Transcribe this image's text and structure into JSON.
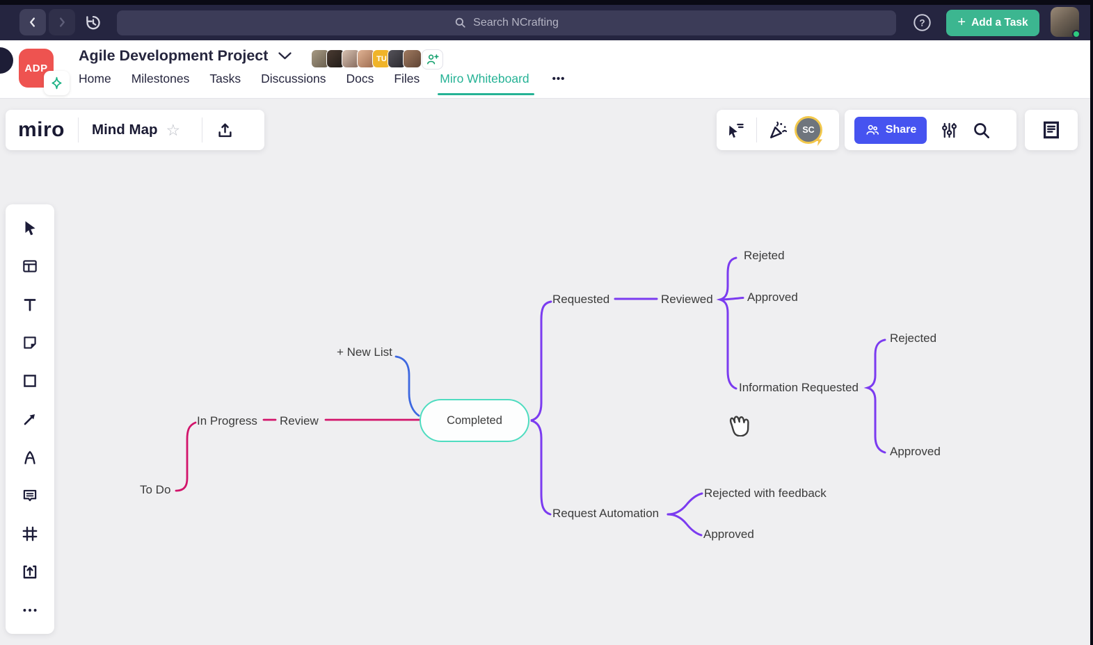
{
  "topbar": {
    "search_placeholder": "Search NCrafting",
    "help_glyph": "?",
    "add_task_plus": "+",
    "add_task_label": "Add a Task"
  },
  "project": {
    "badge": "ADP",
    "title": "Agile Development Project",
    "team_badge": "TU",
    "tabs": [
      "Home",
      "Milestones",
      "Tasks",
      "Discussions",
      "Docs",
      "Files",
      "Miro Whiteboard"
    ],
    "active_tab": "Miro Whiteboard",
    "more_label": "•••"
  },
  "miro": {
    "logo": "miro",
    "board_title": "Mind Map",
    "star_glyph": "☆",
    "collab_initials": "SC",
    "share_label": "Share",
    "more_dots": "•••"
  },
  "mindmap": {
    "labels": [
      {
        "id": "completed",
        "text": "Completed"
      },
      {
        "id": "new-list",
        "text": "+ New List"
      },
      {
        "id": "to-do",
        "text": "To Do"
      },
      {
        "id": "in-progress",
        "text": "In Progress"
      },
      {
        "id": "review",
        "text": "Review"
      },
      {
        "id": "requested",
        "text": "Requested"
      },
      {
        "id": "reviewed",
        "text": "Reviewed"
      },
      {
        "id": "rejeted",
        "text": "Rejeted"
      },
      {
        "id": "approved-reviewed",
        "text": "Approved"
      },
      {
        "id": "information-requested",
        "text": "Information Requested"
      },
      {
        "id": "rejected-info",
        "text": "Rejected"
      },
      {
        "id": "approved-info",
        "text": "Approved"
      },
      {
        "id": "request-automation",
        "text": "Request Automation"
      },
      {
        "id": "rejected-with-feedback",
        "text": "Rejected with feedback"
      },
      {
        "id": "approved-automation",
        "text": "Approved"
      }
    ],
    "colors": {
      "center_border": "#4fdcc0",
      "branch_pink": "#d2146b",
      "branch_blue": "#3e68e0",
      "branch_purple": "#7b3bf0"
    }
  },
  "colors": {
    "topbar_bg": "#252540",
    "accent_green": "#3cb690",
    "brand_red": "#ee5350",
    "active_tab_teal": "#25b295",
    "share_blue": "#4653f0"
  }
}
